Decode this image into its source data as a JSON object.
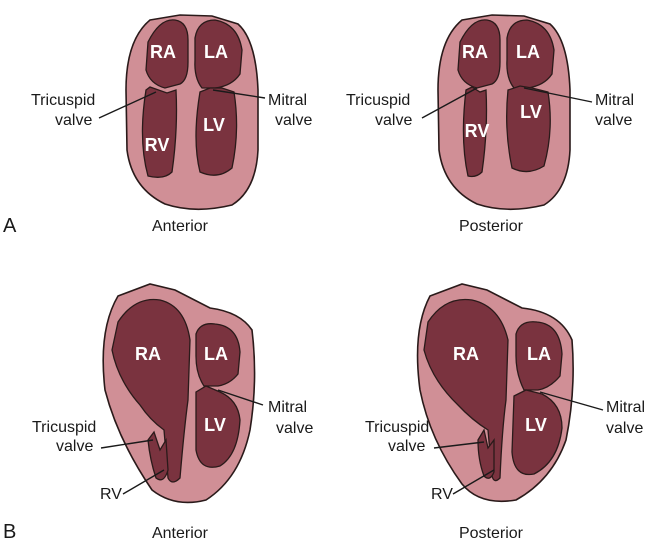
{
  "colors": {
    "wall": "#d08f96",
    "chamber": "#7a333f",
    "outline": "#2a1a1a",
    "text": "#1a1a1a",
    "chamber_text": "#ffffff"
  },
  "panels": [
    {
      "letter": "A",
      "figures": [
        {
          "view": "Anterior",
          "ra": "RA",
          "la": "LA",
          "rv": "RV",
          "lv": "LV",
          "tricuspid": [
            "Tricuspid",
            "valve"
          ],
          "mitral": [
            "Mitral",
            "valve"
          ]
        },
        {
          "view": "Posterior",
          "ra": "RA",
          "la": "LA",
          "rv": "RV",
          "lv": "LV",
          "tricuspid": [
            "Tricuspid",
            "valve"
          ],
          "mitral": [
            "Mitral",
            "valve"
          ]
        }
      ]
    },
    {
      "letter": "B",
      "figures": [
        {
          "view": "Anterior",
          "ra": "RA",
          "la": "LA",
          "rv": "RV",
          "lv": "LV",
          "tricuspid": [
            "Tricuspid",
            "valve"
          ],
          "mitral": [
            "Mitral",
            "valve"
          ]
        },
        {
          "view": "Posterior",
          "ra": "RA",
          "la": "LA",
          "rv": "RV",
          "lv": "LV",
          "tricuspid": [
            "Tricuspid",
            "valve"
          ],
          "mitral": [
            "Mitral",
            "valve"
          ]
        }
      ]
    }
  ]
}
